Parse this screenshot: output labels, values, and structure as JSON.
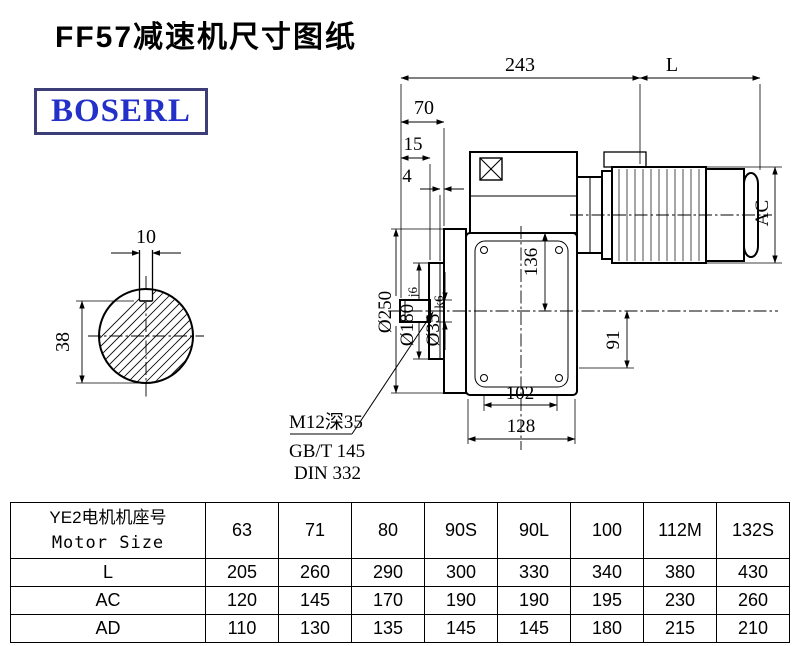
{
  "page": {
    "title": "FF57减速机尺寸图纸",
    "logo": "BOSERL"
  },
  "drawing": {
    "dim_243": "243",
    "dim_L": "L",
    "dim_70": "70",
    "dim_15": "15",
    "dim_4": "4",
    "dim_10": "10",
    "dim_38": "38",
    "dim_250": "Ø250",
    "dim_180": "Ø180",
    "dim_180_tol": "j6",
    "dim_35": "Ø35",
    "dim_35_tol": "k6",
    "dim_136": "136",
    "dim_AC": "AC",
    "dim_91": "91",
    "dim_102": "102",
    "dim_128": "128",
    "note_1": "M12深35",
    "note_2": "GB/T 145",
    "note_3": "DIN 332"
  },
  "table": {
    "row_header_cn": "YE2电机机座号",
    "row_header_en": "Motor Size",
    "columns": [
      "63",
      "71",
      "80",
      "90S",
      "90L",
      "100",
      "112M",
      "132S"
    ],
    "rows": [
      {
        "label": "L",
        "values": [
          "205",
          "260",
          "290",
          "300",
          "330",
          "340",
          "380",
          "430"
        ]
      },
      {
        "label": "AC",
        "values": [
          "120",
          "145",
          "170",
          "190",
          "190",
          "195",
          "230",
          "260"
        ]
      },
      {
        "label": "AD",
        "values": [
          "110",
          "130",
          "135",
          "145",
          "145",
          "180",
          "215",
          "210"
        ]
      }
    ]
  }
}
